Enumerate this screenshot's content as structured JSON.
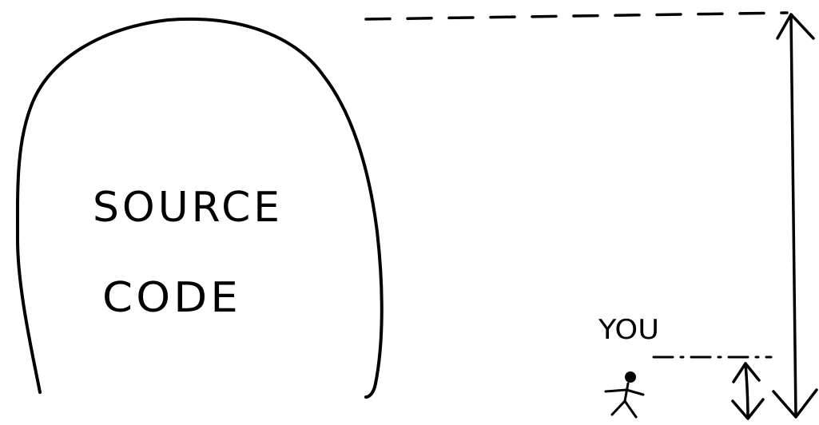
{
  "labels": {
    "blob_line1": "SOURCE",
    "blob_line2": "CODE",
    "person": "YOU"
  },
  "colors": {
    "ink": "#000000",
    "background": "#ffffff"
  }
}
